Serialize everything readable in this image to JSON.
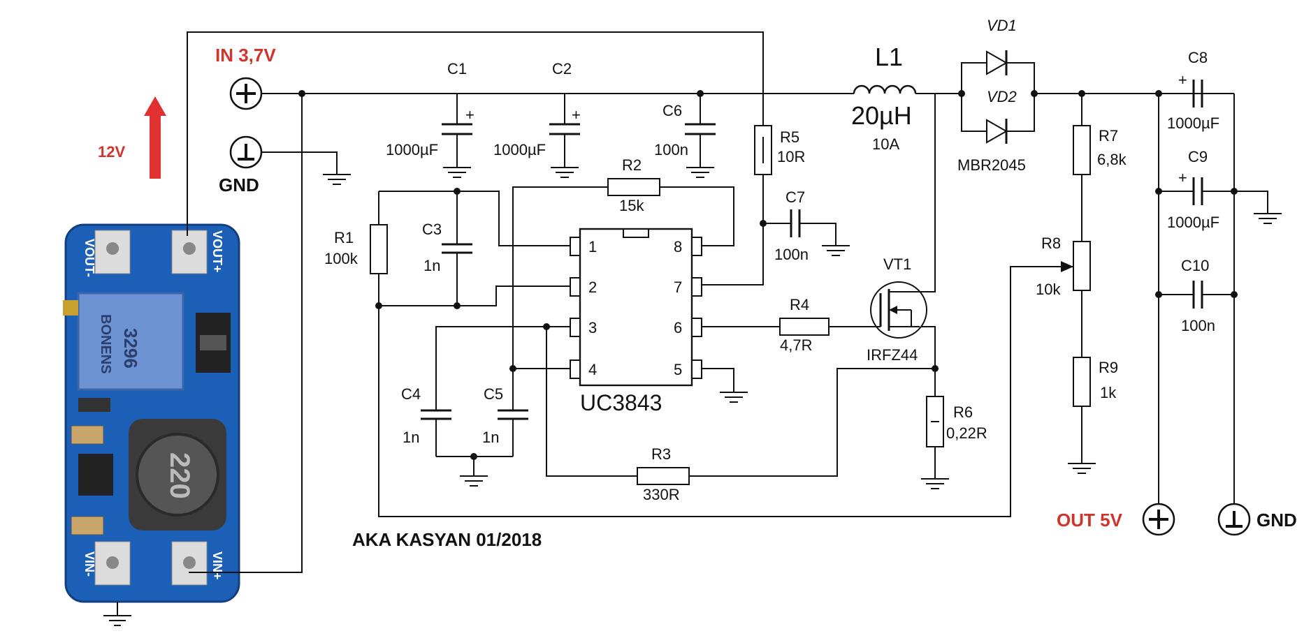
{
  "input": {
    "label": "IN 3,7V",
    "gnd": "GND"
  },
  "output": {
    "label": "OUT 5V",
    "gnd": "GND"
  },
  "module": {
    "arrow_label": "12V",
    "pins": [
      "VOUT-",
      "VOUT+",
      "VIN-",
      "VIN+"
    ],
    "pot_text": "3296",
    "pot_brand": "BONENS",
    "inductor_text": "220"
  },
  "credit": "AKA KASYAN 01/2018",
  "ic": {
    "name": "UC3843",
    "pins": [
      "1",
      "2",
      "3",
      "4",
      "5",
      "6",
      "7",
      "8"
    ]
  },
  "components": {
    "c1": {
      "ref": "C1",
      "value": "1000µF"
    },
    "c2": {
      "ref": "C2",
      "value": "1000µF"
    },
    "c3": {
      "ref": "C3",
      "value": "1n"
    },
    "c4": {
      "ref": "C4",
      "value": "1n"
    },
    "c5": {
      "ref": "C5",
      "value": "1n"
    },
    "c6": {
      "ref": "C6",
      "value": "100n"
    },
    "c7": {
      "ref": "C7",
      "value": "100n"
    },
    "c8": {
      "ref": "C8",
      "value": "1000µF"
    },
    "c9": {
      "ref": "C9",
      "value": "1000µF"
    },
    "c10": {
      "ref": "C10",
      "value": "100n"
    },
    "r1": {
      "ref": "R1",
      "value": "100k"
    },
    "r2": {
      "ref": "R2",
      "value": "15k"
    },
    "r3": {
      "ref": "R3",
      "value": "330R"
    },
    "r4": {
      "ref": "R4",
      "value": "4,7R"
    },
    "r5": {
      "ref": "R5",
      "value": "10R"
    },
    "r6": {
      "ref": "R6",
      "value": "0,22R"
    },
    "r7": {
      "ref": "R7",
      "value": "6,8k"
    },
    "r8": {
      "ref": "R8",
      "value": "10k"
    },
    "r9": {
      "ref": "R9",
      "value": "1k"
    },
    "l1": {
      "ref": "L1",
      "value": "20µH",
      "current": "10A"
    },
    "vd1": {
      "ref": "VD1"
    },
    "vd2": {
      "ref": "VD2"
    },
    "diode_part": "MBR2045",
    "vt1": {
      "ref": "VT1",
      "part": "IRFZ44"
    }
  },
  "plus_sign": "+",
  "colors": {
    "accent_red": "#d0342c",
    "board_blue": "#1c5fb6",
    "pot_blue": "#6e93d2",
    "pad_silver": "#d9d9d9"
  }
}
